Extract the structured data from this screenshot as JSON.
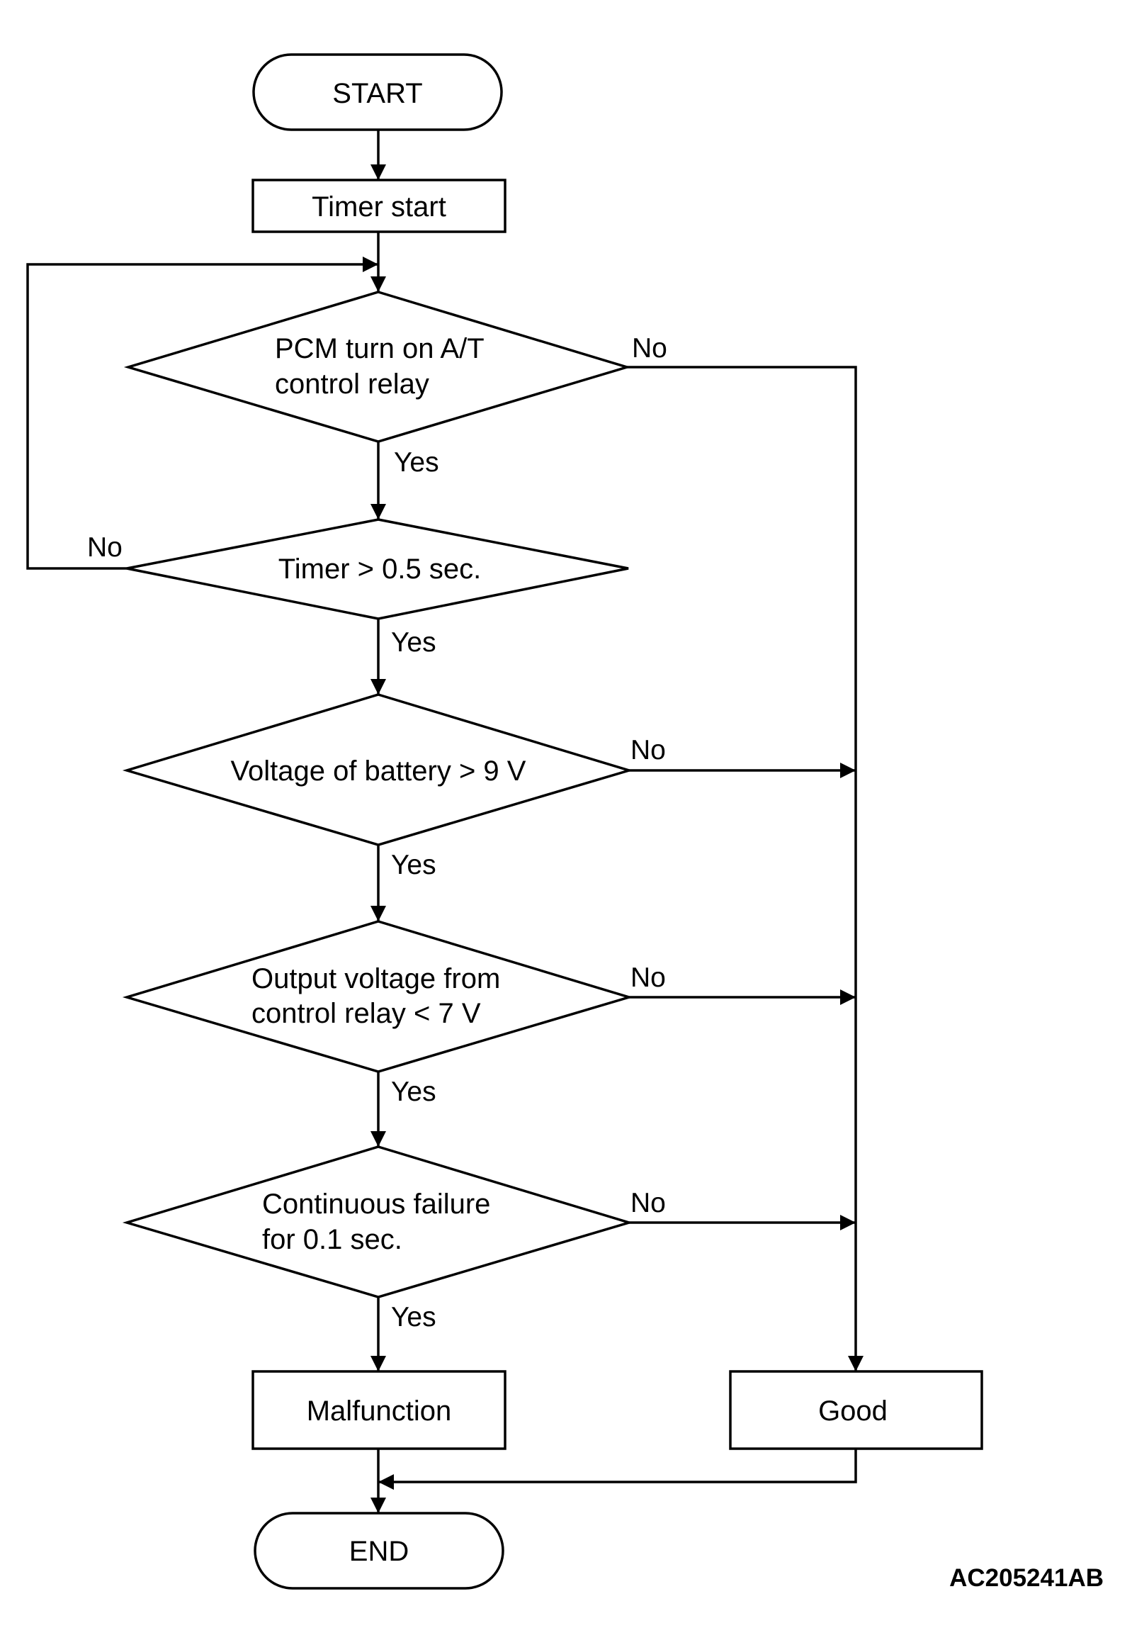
{
  "diagram": {
    "start": "START",
    "timer_start": "Timer start",
    "decisions": [
      {
        "lines": [
          "PCM turn on A/T",
          "control relay"
        ],
        "yes": "Yes",
        "no": "No"
      },
      {
        "lines": [
          "Timer > 0.5 sec."
        ],
        "yes": "Yes",
        "no": "No"
      },
      {
        "lines": [
          "Voltage of battery > 9 V"
        ],
        "yes": "Yes",
        "no": "No"
      },
      {
        "lines": [
          "Output voltage from",
          "control relay < 7 V"
        ],
        "yes": "Yes",
        "no": "No"
      },
      {
        "lines": [
          "Continuous failure",
          "for 0.1 sec."
        ],
        "yes": "Yes",
        "no": "No"
      }
    ],
    "malfunction": "Malfunction",
    "good": "Good",
    "end": "END"
  },
  "figure_id": "AC205241AB"
}
